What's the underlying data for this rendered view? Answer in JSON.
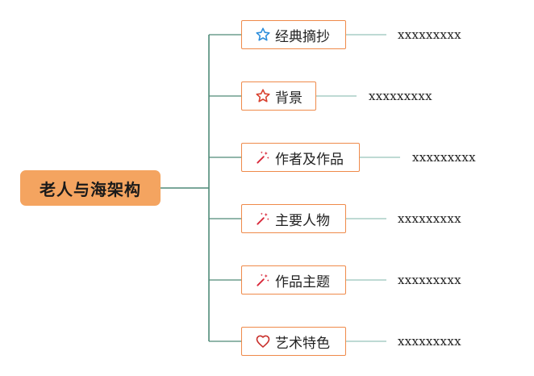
{
  "root": {
    "label": "老人与海架构"
  },
  "branches": [
    {
      "label": "经典摘抄",
      "icon": "star-outline-blue-icon",
      "leaf": "xxxxxxxxx"
    },
    {
      "label": "背景",
      "icon": "star-outline-red-icon",
      "leaf": "xxxxxxxxx"
    },
    {
      "label": "作者及作品",
      "icon": "magic-wand-icon",
      "leaf": "xxxxxxxxx"
    },
    {
      "label": "主要人物",
      "icon": "magic-wand-icon",
      "leaf": "xxxxxxxxx"
    },
    {
      "label": "作品主题",
      "icon": "magic-wand-icon",
      "leaf": "xxxxxxxxx"
    },
    {
      "label": "艺术特色",
      "icon": "heart-outline-icon",
      "leaf": "xxxxxxxxx"
    }
  ],
  "colors": {
    "root_fill": "#f4a460",
    "branch_border": "#ef8a4a",
    "main_connector": "#4f8a78",
    "leaf_connector": "#a8cdc6",
    "star_blue": "#2f8fdc",
    "star_red": "#d9412f",
    "wand_red": "#d8283a",
    "heart_red": "#c9302c"
  }
}
